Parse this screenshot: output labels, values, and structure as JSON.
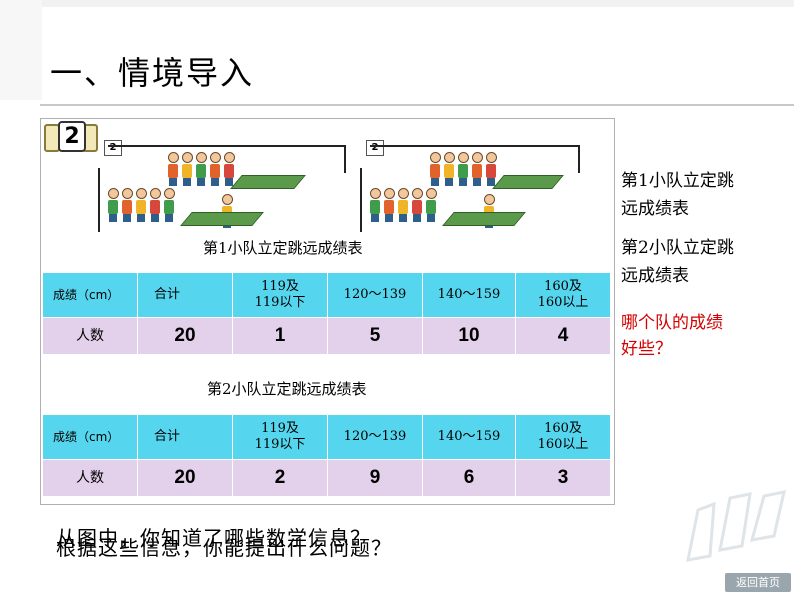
{
  "header": {
    "title": "一、情境导入"
  },
  "figure": {
    "badge_main": "2",
    "badge_scene1": "2",
    "badge_scene2": "2"
  },
  "table1": {
    "caption": "第1小队立定跳远成绩表",
    "row_header": "成绩（cm）",
    "col_total": "合计",
    "col_a_line1": "119及",
    "col_a_line2": "119以下",
    "col_b": "120～139",
    "col_c": "140～159",
    "col_d_line1": "160及",
    "col_d_line2": "160以上",
    "count_label": "人数",
    "counts": [
      "20",
      "1",
      "5",
      "10",
      "4"
    ]
  },
  "table2": {
    "caption": "第2小队立定跳远成绩表",
    "row_header": "成绩（cm）",
    "col_total": "合计",
    "col_a_line1": "119及",
    "col_a_line2": "119以下",
    "col_b": "120～139",
    "col_c": "140～159",
    "col_d_line1": "160及",
    "col_d_line2": "160以上",
    "count_label": "人数",
    "counts": [
      "20",
      "2",
      "9",
      "6",
      "3"
    ]
  },
  "sidebar": {
    "item1_line1": "第1小队立定跳",
    "item1_line2": "远成绩表",
    "item2_line1": "第2小队立定跳",
    "item2_line2": "远成绩表",
    "question_line1": "哪个队的成绩",
    "question_line2": "好些？"
  },
  "prompts": {
    "line1": "从图中，你知道了哪些数学信息？",
    "line2": "根据这些信息，你能提出什么问题？"
  },
  "nav": {
    "back_label": "返回首页"
  },
  "colors": {
    "header_row": "#55d6ee",
    "count_row": "#e3d0ea",
    "question": "#d40000"
  }
}
